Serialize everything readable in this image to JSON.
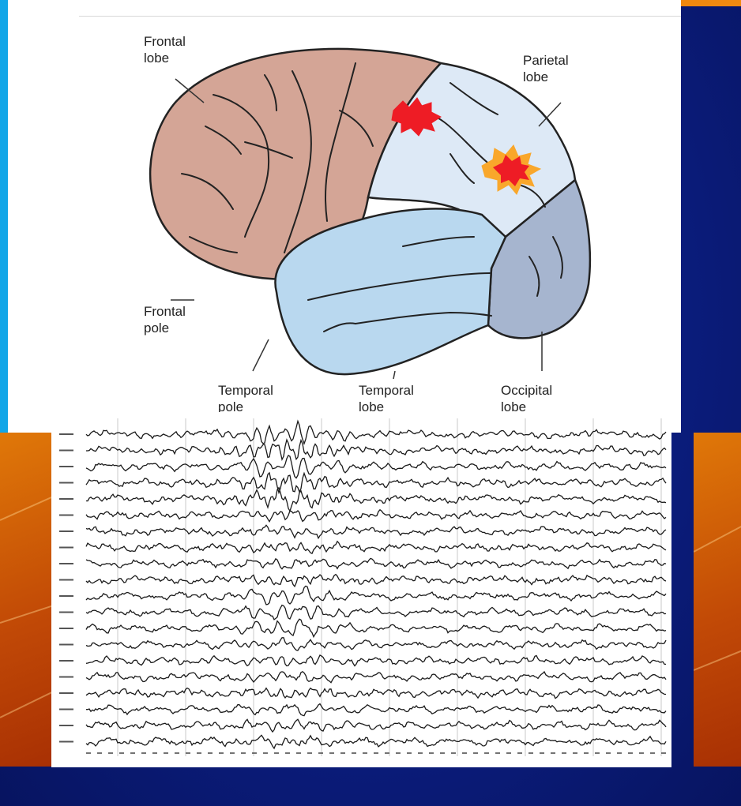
{
  "brain_diagram": {
    "labels": {
      "frontal_lobe": "Frontal\nlobe",
      "parietal_lobe": "Parietal\nlobe",
      "frontal_pole": "Frontal\npole",
      "temporal_pole": "Temporal\npole",
      "temporal_lobe": "Temporal\nlobe",
      "occipital_lobe": "Occipital\nlobe"
    },
    "colors": {
      "frontal": "#d4a596",
      "parietal": "#dde9f6",
      "temporal": "#b9d8ef",
      "occipital": "#a6b5cf",
      "seizure_focus": "#ee1c25",
      "seizure_glow": "#f9a72b"
    },
    "seizure_foci": [
      "seizure-focus-upper",
      "seizure-focus-lower"
    ]
  },
  "eeg": {
    "channel_count": 20,
    "colors": {
      "trace": "#1a1a1a",
      "grid": "#c8c8c8",
      "background": "#ffffff"
    }
  },
  "slide": {
    "colors": {
      "background": "#0c1f86",
      "accent_orange": "#e06a00",
      "accent_blue": "#12a6e8"
    }
  }
}
